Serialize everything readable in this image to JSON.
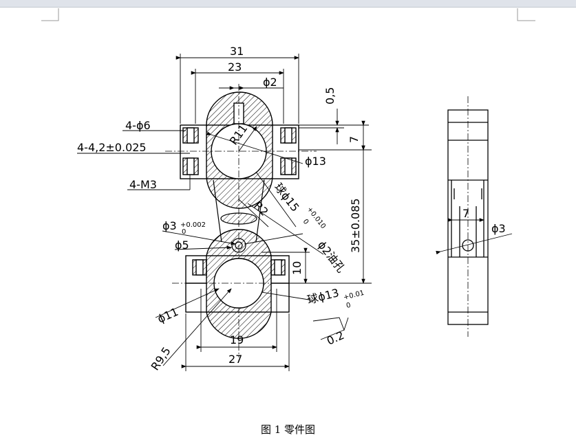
{
  "dims": {
    "d31": "31",
    "d23": "23",
    "phi2": "ϕ2",
    "d0_5": "0,5",
    "d7": "7",
    "phi6": "4-ϕ6",
    "hole42": "4-4,2±0.025",
    "phi13": "ϕ13",
    "m3": "4-M3",
    "r11": "R11",
    "ball15": "球ϕ15",
    "tol_010": "+0.010",
    "tol_0": "0",
    "r2": "R2",
    "phi3": "ϕ3",
    "tol_002": "+0.002",
    "phi5": "ϕ5",
    "oil": "ϕ2油孔",
    "d35": "35±0.085",
    "d10": "10",
    "ball13": "球ϕ13",
    "tol_01": "+0.01",
    "phi11": "ϕ11",
    "d19": "19",
    "r9_5": "R9,5",
    "d27": "27",
    "rough": "0.2",
    "side7": "7",
    "side_phi3": "ϕ3"
  },
  "caption": "图 1  零件图"
}
